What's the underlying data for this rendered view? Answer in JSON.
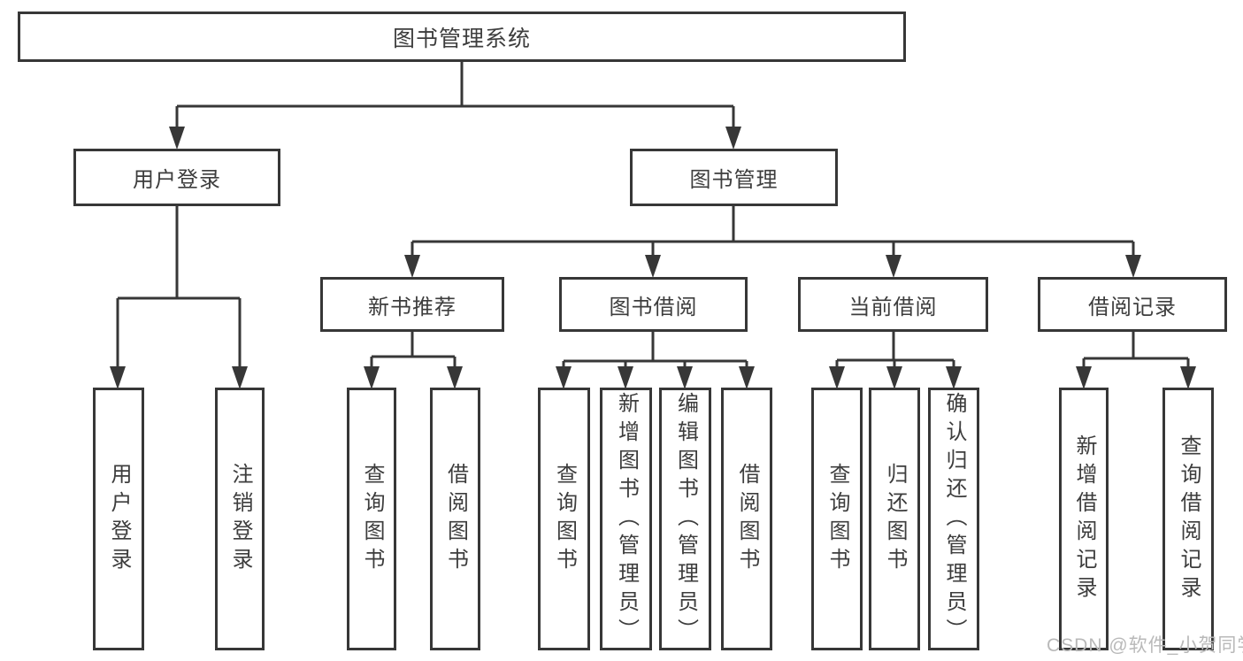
{
  "diagram_title": "图书管理系统",
  "colors": {
    "line": "#373737",
    "text": "#3d3d3d",
    "background": "#ffffff",
    "watermark": "#b9b9b9"
  },
  "tree": {
    "label": "图书管理系统",
    "children": [
      {
        "label": "用户登录",
        "children": [
          {
            "label": "用户登录"
          },
          {
            "label": "注销登录"
          }
        ]
      },
      {
        "label": "图书管理",
        "children": [
          {
            "label": "新书推荐",
            "children": [
              {
                "label": "查询图书"
              },
              {
                "label": "借阅图书"
              }
            ]
          },
          {
            "label": "图书借阅",
            "children": [
              {
                "label": "查询图书"
              },
              {
                "label": "新增图书（管理员）"
              },
              {
                "label": "编辑图书（管理员）"
              },
              {
                "label": "借阅图书"
              }
            ]
          },
          {
            "label": "当前借阅",
            "children": [
              {
                "label": "查询图书"
              },
              {
                "label": "归还图书"
              },
              {
                "label": "确认归还（管理员）"
              }
            ]
          },
          {
            "label": "借阅记录",
            "children": [
              {
                "label": "新增借阅记录"
              },
              {
                "label": "查询借阅记录"
              }
            ]
          }
        ]
      }
    ]
  },
  "watermark": {
    "text": "CSDN @软件_小贺同学"
  }
}
